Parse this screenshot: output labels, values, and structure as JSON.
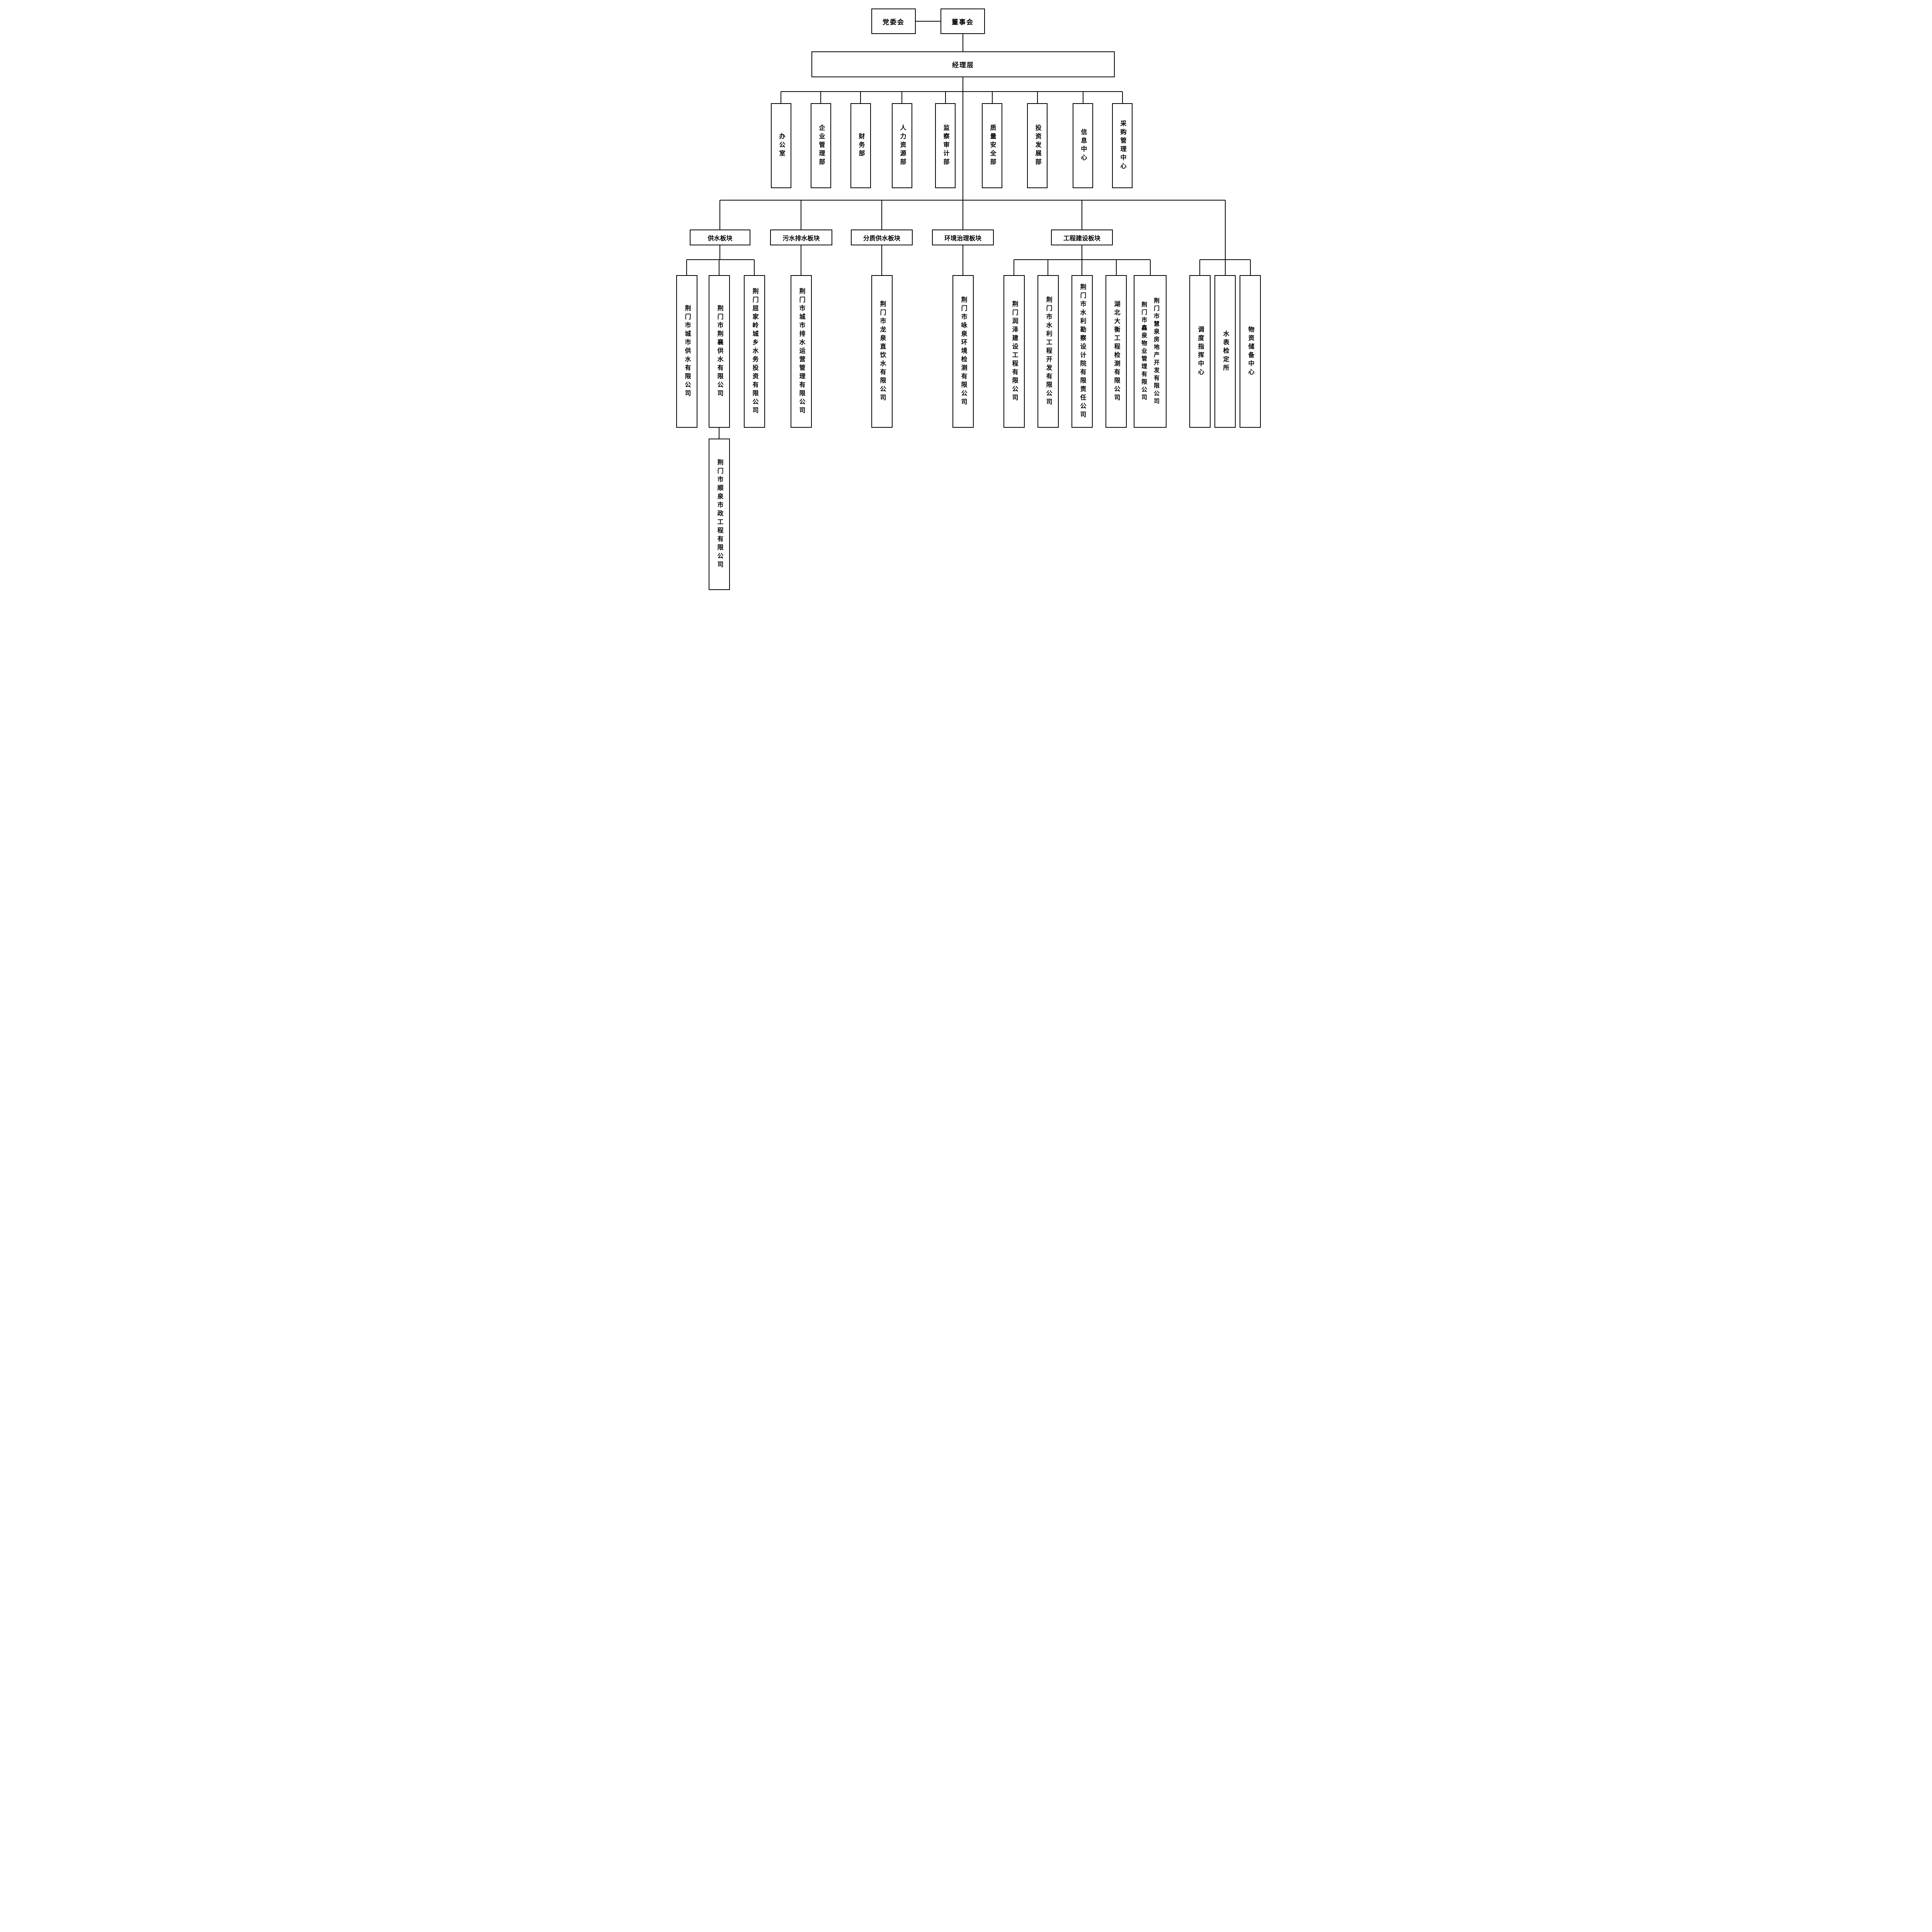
{
  "org_chart": {
    "party_committee": "党委会",
    "board": "董事会",
    "management": "经理层",
    "departments": [
      "办公室",
      "企业管理部",
      "财务部",
      "人力资源部",
      "监察审计部",
      "质量安全部",
      "投资发展部",
      "信息中心",
      "采购管理中心"
    ],
    "segments": {
      "water_supply": {
        "label": "供水板块",
        "companies": [
          "荆门市城市供水有限公司",
          "荆门市荆襄供水有限公司",
          "荆门屈家岭城乡水务投资有限公司"
        ],
        "sub_company": "荆门市顺泉市政工程有限公司"
      },
      "sewage_drainage": {
        "label": "污水排水板块",
        "companies": [
          "荆门市城市排水运营管理有限公司"
        ]
      },
      "quality_water": {
        "label": "分质供水板块",
        "companies": [
          "荆门市龙泉直饮水有限公司"
        ]
      },
      "environment": {
        "label": "环境治理板块",
        "companies": [
          "荆门市咏泉环境检测有限公司"
        ]
      },
      "construction": {
        "label": "工程建设板块",
        "companies": [
          "荆门润泽建设工程有限公司",
          "荆门市水利工程开发有限公司",
          "荆门市水利勘察设计院有限责任公司",
          "湖北大衡工程检测有限公司"
        ],
        "dual_company": [
          "荆门市鑫泉物业管理有限公司",
          "荆门市慧泉房地产开发有限公司"
        ]
      }
    },
    "direct_centers": [
      "调度指挥中心",
      "水表检定所",
      "物资储备中心"
    ]
  }
}
